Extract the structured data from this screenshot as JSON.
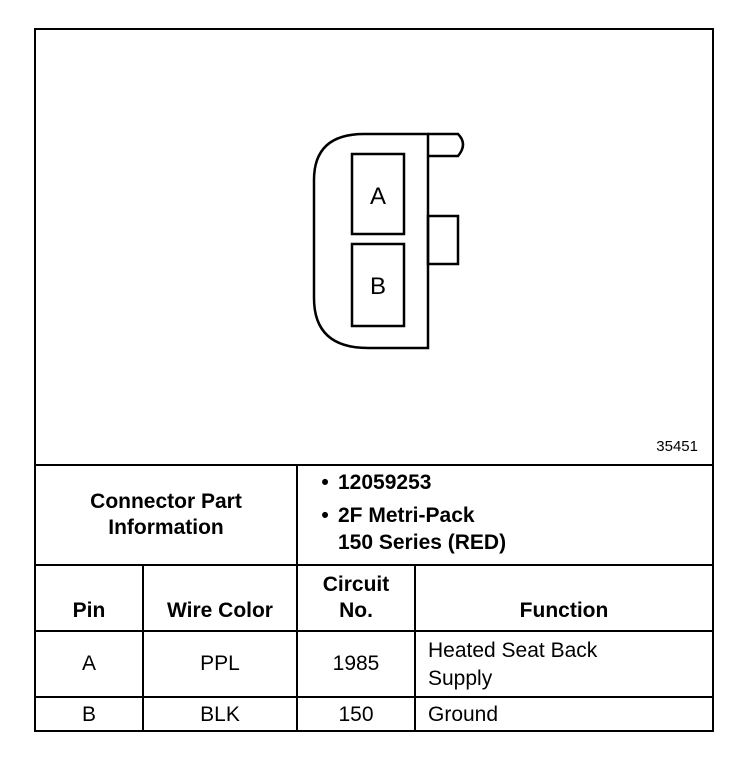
{
  "figure_id": "35451",
  "connector": {
    "pins": [
      "A",
      "B"
    ]
  },
  "part_info": {
    "label": "Connector Part Information",
    "items": [
      "12059253",
      "2F Metri-Pack",
      "150 Series (RED)"
    ]
  },
  "table": {
    "headers": {
      "pin": "Pin",
      "wire_color": "Wire Color",
      "circuit_line1": "Circuit",
      "circuit_line2": "No.",
      "function": "Function"
    },
    "rows": [
      {
        "pin": "A",
        "wire_color": "PPL",
        "circuit": "1985",
        "function_line1": "Heated Seat Back",
        "function_line2": "Supply"
      },
      {
        "pin": "B",
        "wire_color": "BLK",
        "circuit": "150",
        "function_line1": "Ground",
        "function_line2": ""
      }
    ]
  }
}
